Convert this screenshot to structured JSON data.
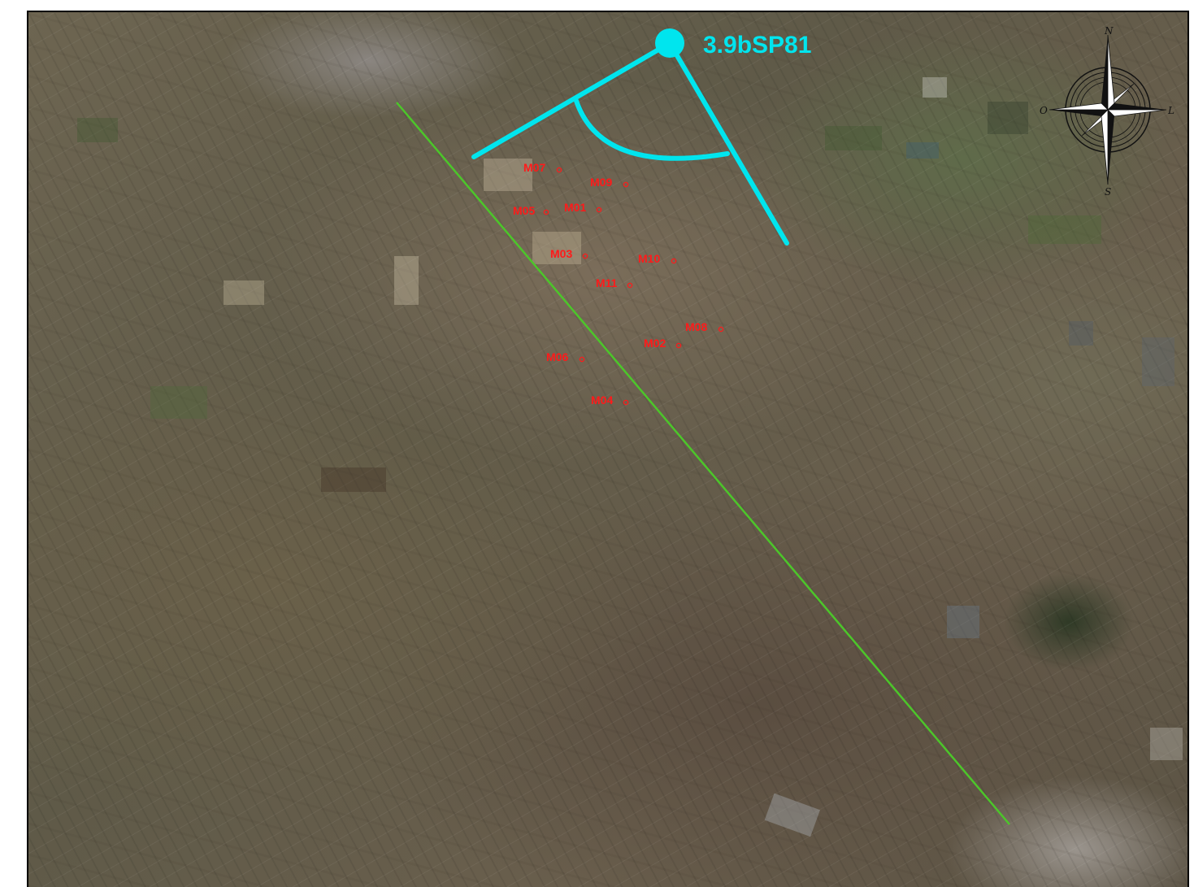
{
  "map": {
    "station": {
      "label": "3.9bSP81",
      "color": "#00e5ee"
    },
    "profile_line_color": "#4cc62a",
    "site_color": "#ff1a1a",
    "sites": [
      {
        "id": "m07",
        "label": "M07"
      },
      {
        "id": "m09",
        "label": "M09"
      },
      {
        "id": "m05",
        "label": "M05"
      },
      {
        "id": "m01",
        "label": "M01"
      },
      {
        "id": "m03",
        "label": "M03"
      },
      {
        "id": "m10",
        "label": "M10"
      },
      {
        "id": "m11",
        "label": "M11"
      },
      {
        "id": "m08",
        "label": "M08"
      },
      {
        "id": "m02",
        "label": "M02"
      },
      {
        "id": "m06",
        "label": "M06"
      },
      {
        "id": "m04",
        "label": "M04"
      }
    ]
  },
  "compass": {
    "north": "N",
    "south": "S",
    "east": "L",
    "west": "O"
  }
}
